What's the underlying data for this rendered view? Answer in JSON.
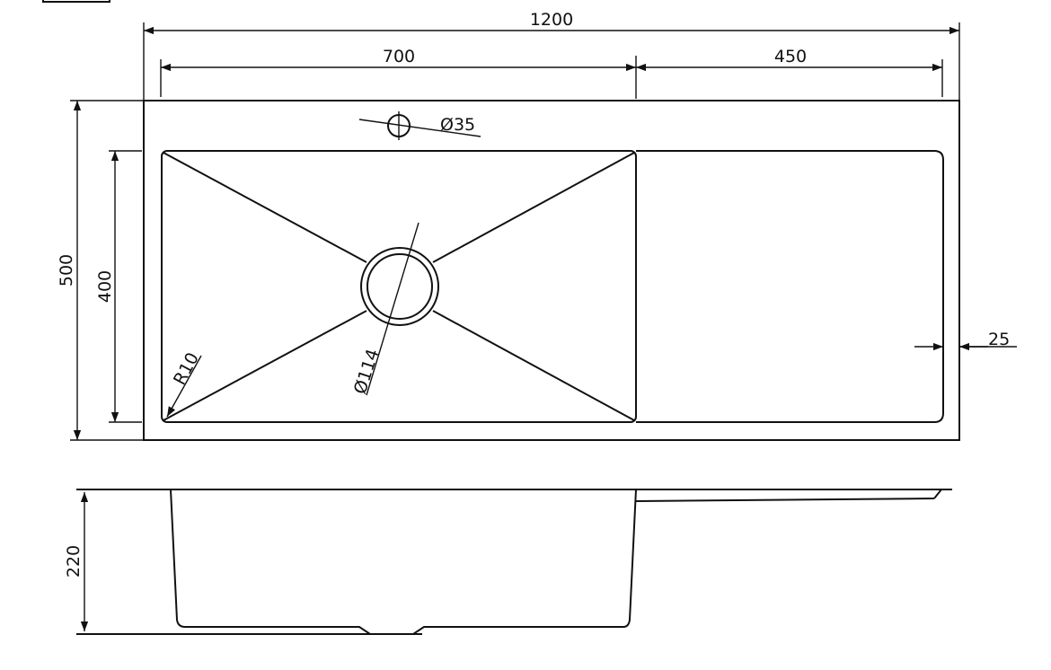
{
  "drawing": {
    "top_view": {
      "overall_width": "1200",
      "bowl_width": "700",
      "drainboard_width": "450",
      "tap_hole": "Ø35",
      "overall_depth": "500",
      "bowl_depth": "400",
      "corner_radius": "R10",
      "drain_diameter": "Ø114",
      "rim_offset": "25"
    },
    "side_view": {
      "bowl_height": "220"
    },
    "line_color": "#111111"
  }
}
